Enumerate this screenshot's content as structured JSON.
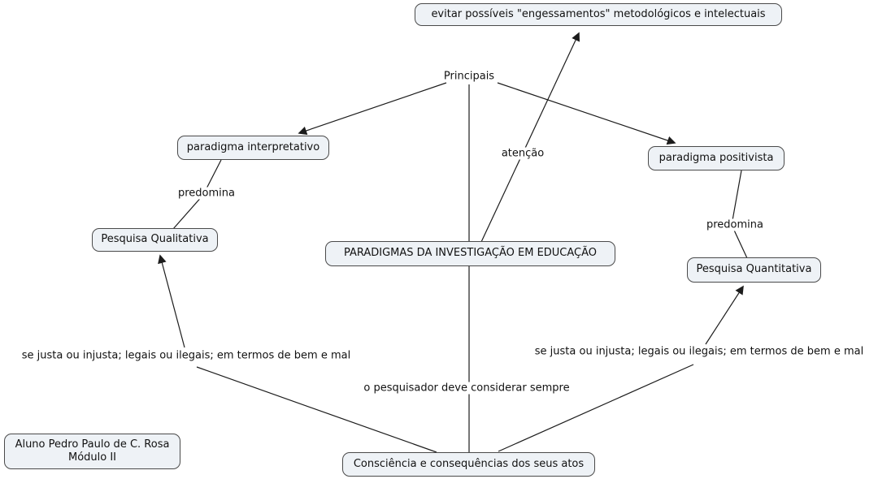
{
  "map_title": "PARADIGMAS DA INVESTIGAÇÃO EM EDUCAÇÃO",
  "nodes": {
    "evitar": {
      "label": "evitar possíveis \"engessamentos\" metodológicos e intelectuais"
    },
    "interpretativo": {
      "label": "paradigma interpretativo"
    },
    "positivista": {
      "label": "paradigma positivista"
    },
    "qualitativa": {
      "label": "Pesquisa Qualitativa"
    },
    "central": {
      "label": "PARADIGMAS DA INVESTIGAÇÃO EM EDUCAÇÃO"
    },
    "quantitativa": {
      "label": "Pesquisa Quantitativa"
    },
    "consciencia": {
      "label": "Consciência e consequências dos seus atos"
    },
    "autor": {
      "line1": "Aluno Pedro Paulo de C. Rosa",
      "line2": "Módulo II"
    }
  },
  "link_labels": {
    "principais": "Principais",
    "atencao": "atenção",
    "predomina_left": "predomina",
    "predomina_right": "predomina",
    "criterio_left": "se justa ou injusta; legais ou ilegais; em termos de bem e mal",
    "criterio_right": "se justa ou injusta; legais ou ilegais; em termos de bem e mal",
    "pesquisador": "o pesquisador deve considerar sempre"
  },
  "colors": {
    "background": "#ffffff",
    "node_fill": "#eef2f6",
    "node_border": "#4a4a4a",
    "line": "#1c1c1c",
    "text": "#111111"
  }
}
